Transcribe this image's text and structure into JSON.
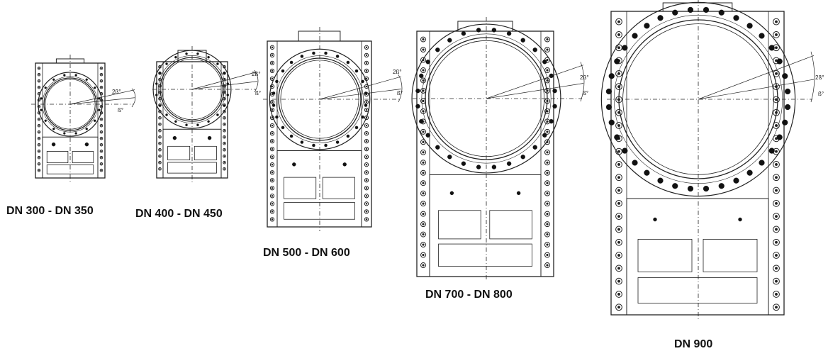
{
  "valves": [
    {
      "id": "dn300",
      "caption": "DN 300 - DN 350",
      "angle_double": "2ß°",
      "angle_single": "ß°"
    },
    {
      "id": "dn400",
      "caption": "DN 400 - DN 450",
      "angle_double": "2ß°",
      "angle_single": "ß°"
    },
    {
      "id": "dn500",
      "caption": "DN 500 - DN 600",
      "angle_double": "2ß°",
      "angle_single": "ß°"
    },
    {
      "id": "dn700",
      "caption": "DN 700 - DN 800",
      "angle_double": "2ß°",
      "angle_single": "ß°"
    },
    {
      "id": "dn900",
      "caption": "DN 900",
      "angle_double": "2ß°",
      "angle_single": "ß°"
    }
  ],
  "colors": {
    "line": "#222222",
    "bolt": "#111111",
    "background": "#ffffff"
  }
}
